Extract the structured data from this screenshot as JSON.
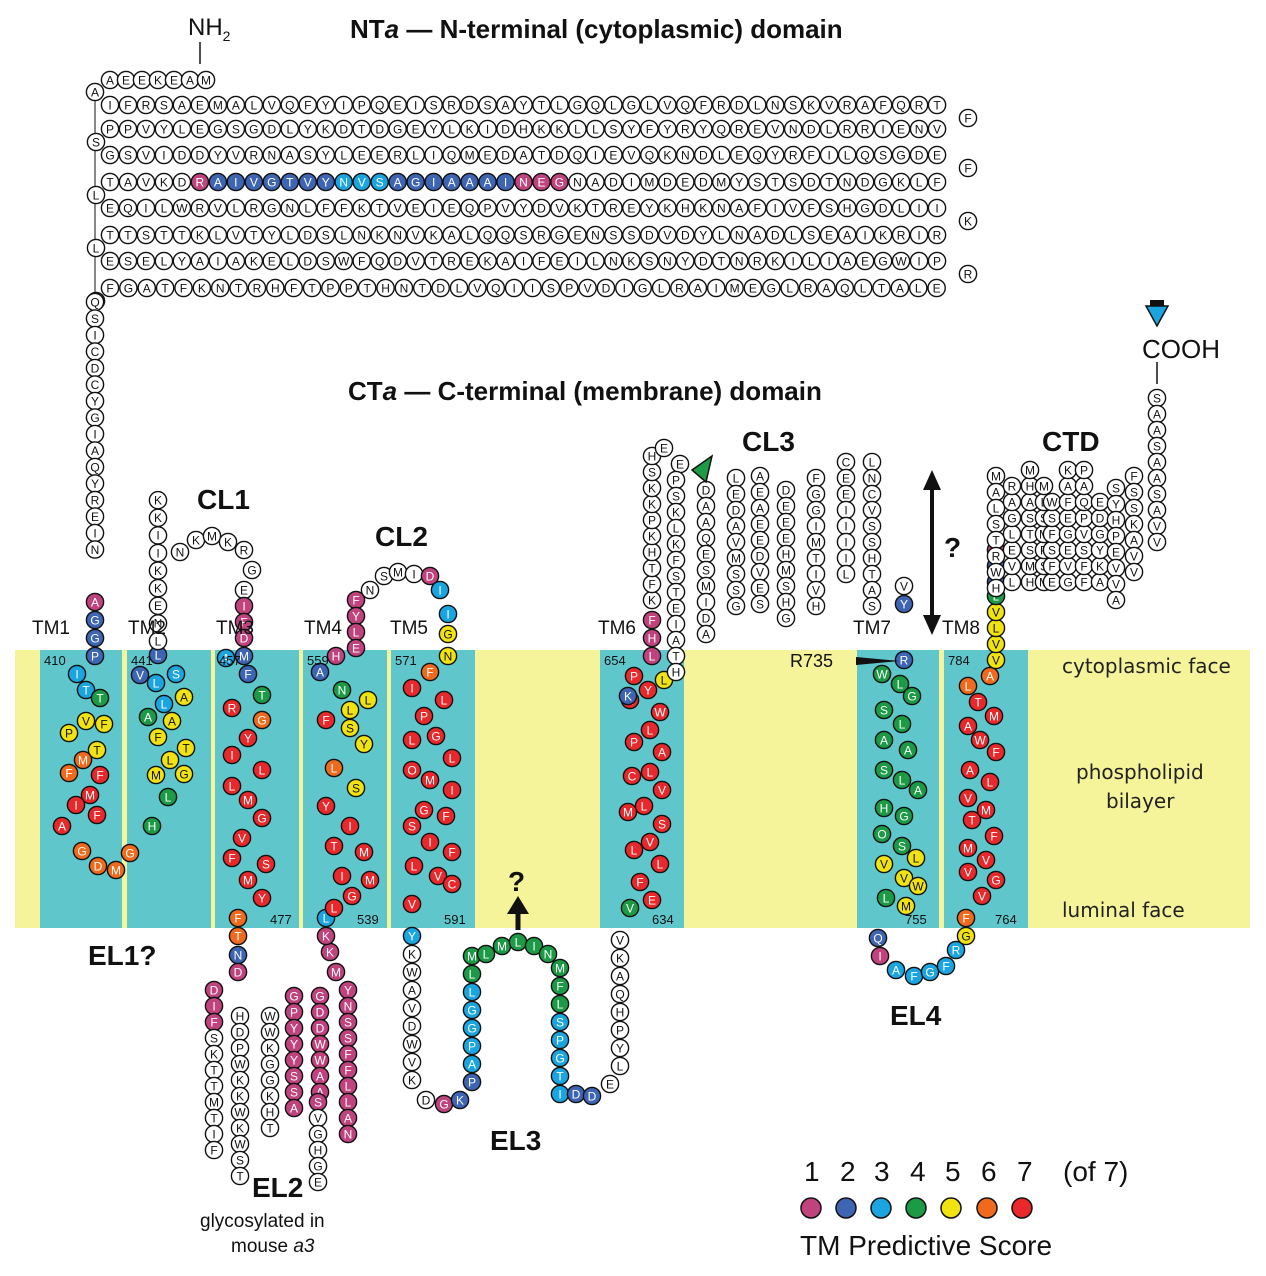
{
  "titles": {
    "n_prefix": "NT",
    "n_italic": "a",
    "n_rest": " — N-terminal (cytoplasmic) domain",
    "c_prefix": "CT",
    "c_italic": "a",
    "c_rest": " — C-terminal (membrane) domain"
  },
  "termini": {
    "nh2": "NH",
    "nh2_sub": "2",
    "cooh": "COOH"
  },
  "n_domain": {
    "first_row": "AEEKEAM",
    "rows": [
      "IFRSAEMALVQFYIPQEISRDSAYTLGQLGLVQFRDLNSKVRAFQRTF",
      "PPVYLEGSGDLYKDTDGEYLKIDHKKLLSYFYRYQREVNDLRRIENVS",
      "GSVIDDYVRNASYLEERLIQMEDATDQIEVQKNDLEQYRFILQSGDEF",
      "TAVKDRAIVGTVYNVSAGIAAAINEGNADIMDEDMYSTSDTNDGKLFL",
      "EQILWRVLRGNLFFKTVEIEQPVYDVKTREYKHKNAFIVFSHGDLIIK",
      "TTSTTKLVTYLDSLNKNVKALQQSRGENSSDVDYLNADLSEAIKRIRL",
      "ESELYAIAKELDSWFQDVTREKAIFEILNKSNYDTNRKILIAEGWIPR",
      "FGATFKNTRHFTPPTHNTDLVQIISPVDIGLRAIMEGLRAQLTALED"
    ],
    "linker_down": "QSICDCYGIAQYREIN"
  },
  "segments": {
    "tm1": "TM1",
    "tm2": "TM2",
    "tm3": "TM3",
    "tm4": "TM4",
    "tm5": "TM5",
    "tm6": "TM6",
    "tm7": "TM7",
    "tm8": "TM8",
    "cl1": "CL1",
    "cl2": "CL2",
    "cl3": "CL3",
    "ctd": "CTD",
    "el1": "EL1?",
    "el2": "EL2",
    "el3": "EL3",
    "el4": "EL4",
    "question": "?"
  },
  "residue_numbers": [
    "410",
    "441",
    "457",
    "559",
    "571",
    "654",
    "784",
    "477",
    "539",
    "591",
    "634",
    "755",
    "764"
  ],
  "marker": {
    "r735": "R735"
  },
  "membrane": {
    "cyto": "cytoplasmic face",
    "bilayer1": "phospholipid",
    "bilayer2": "bilayer",
    "luminal": "luminal face"
  },
  "el2_note": {
    "line1": "glycosylated in",
    "line2a": "mouse ",
    "line2b": "a3"
  },
  "legend": {
    "scores": [
      "1",
      "2",
      "3",
      "4",
      "5",
      "6",
      "7"
    ],
    "of": "(of 7)",
    "title": "TM Predictive Score",
    "colors": [
      "#c0437e",
      "#3e64b4",
      "#1aa5e0",
      "#1c9a46",
      "#f1e312",
      "#f06a1e",
      "#e8282a"
    ]
  },
  "colors": {
    "membrane": "#f6f49a",
    "tm_band": "#5fc7cb",
    "green_arrow": "#1c9a46",
    "blue_arrow": "#1aa5e0"
  }
}
